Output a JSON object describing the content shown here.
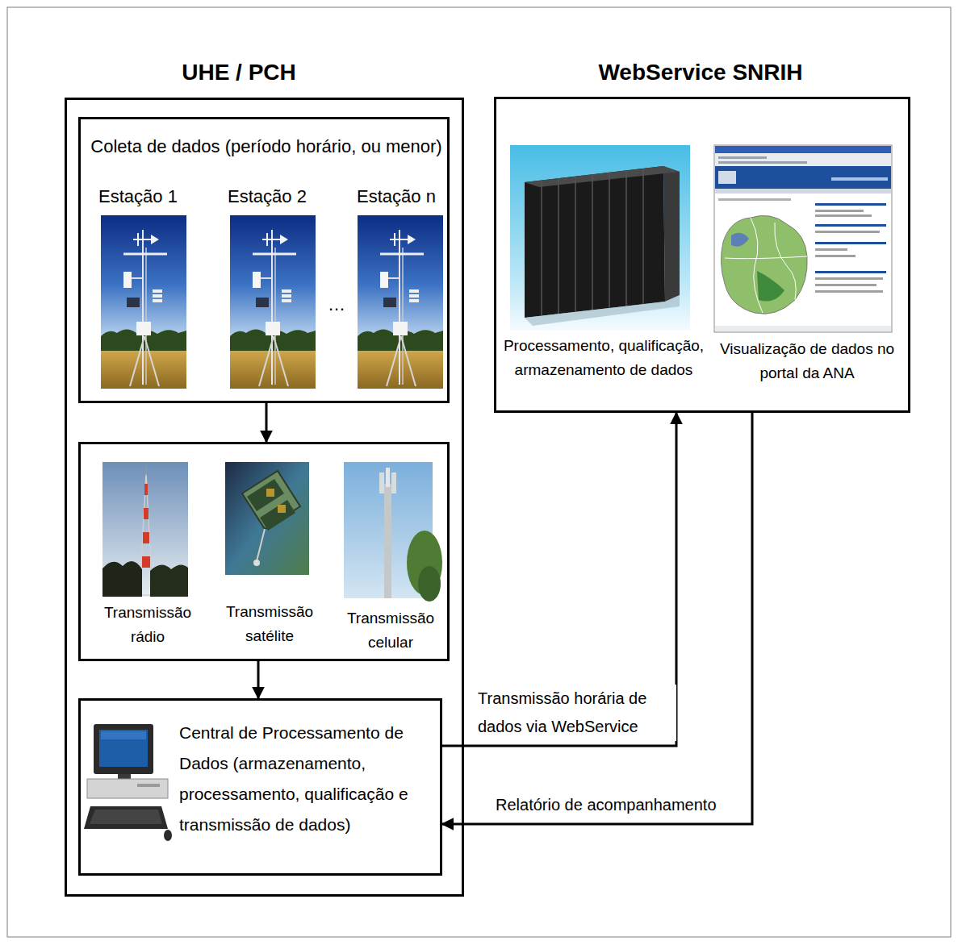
{
  "diagram": {
    "nodes": [
      {
        "text": [
          "UHE / PCH"
        ]
      },
      {
        "text": [
          "Coleta de dados (período horário, ou menor)",
          "Estação 1",
          "Estação 2",
          "…",
          "Estação n"
        ],
        "in": 0
      },
      {
        "text": [
          "Transmissão rádio",
          "Transmissão satélite",
          "Transmissão celular"
        ],
        "in": 0
      },
      {
        "text": [
          "Central de Processamento de Dados (armazenamento, processamento, qualificação e transmissão de dados)"
        ],
        "in": 0
      },
      {
        "text": [
          "WebService SNRIH",
          "Processamento, qualificação, armazenamento de dados",
          "Visualização de dados no portal da ANA"
        ]
      }
    ],
    "edges": [
      {
        "from": 1,
        "to": 2,
        "arrow": "to"
      },
      {
        "from": 2,
        "to": 3,
        "arrow": "to"
      },
      {
        "from": 3,
        "to": 4,
        "label": "Transmissão horária de dados via WebService",
        "arrow": "to"
      },
      {
        "from": 4,
        "to": 3,
        "label": "Relatório de acompanhamento",
        "arrow": "to"
      }
    ]
  }
}
